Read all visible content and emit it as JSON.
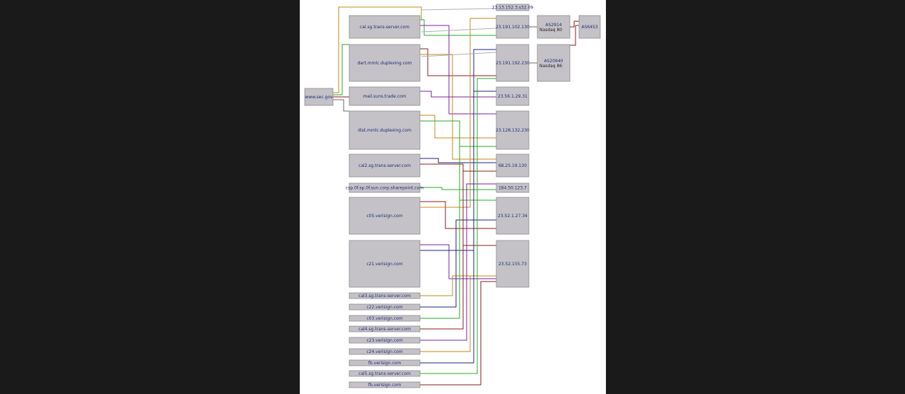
{
  "view": {
    "background": "#1a1a1a",
    "page": "#ffffff"
  },
  "style": {
    "box_fill": "#c4c2c6",
    "box_stroke": "#8c8a90",
    "label_color": "#1f2a7a",
    "edge_colors": [
      "#2aa82a",
      "#8b1a1a",
      "#7a1fa0",
      "#c08a1a",
      "#1a237e",
      "#b0b0b0",
      "#6b6b6b"
    ]
  },
  "nodes": {
    "root": {
      "label": "www.sec.gov"
    },
    "left": [
      {
        "label": "cal.sg.trans-server.com"
      },
      {
        "label": "dart.mmlc.duplexing.com"
      },
      {
        "label": "mail.suns.trade.com"
      },
      {
        "label": "dist.mmlc.duplexing.com"
      },
      {
        "label": "cal2.sg.trans-server.com"
      },
      {
        "label": "csp.0f.sp.0f.sun.corp.sharepoint.com"
      },
      {
        "label": "c05.verisign.com"
      },
      {
        "label": "c21.verisign.com"
      },
      {
        "label": "cal3.sg.trans-server.com"
      },
      {
        "label": "c22.verisign.com"
      },
      {
        "label": "c03.verisign.com"
      },
      {
        "label": "cal4.sg.trans-server.com"
      },
      {
        "label": "c23.verisign.com"
      },
      {
        "label": "c24.verisign.com"
      },
      {
        "label": "fb.verisign.com"
      },
      {
        "label": "cal5.sg.trans-server.com"
      },
      {
        "label": "fb.verisign.com"
      }
    ],
    "ips": [
      {
        "label": "23.13.152.3.s32.09"
      },
      {
        "label": "23.191.102.130"
      },
      {
        "label": "23.191.192.230"
      },
      {
        "label": "23.56.1.29.31"
      },
      {
        "label": "23.128.132.230"
      },
      {
        "label": "68.25.19.130"
      },
      {
        "label": "184.50.123.7"
      },
      {
        "label": "23.52.1.27.34"
      },
      {
        "label": "23.52.155.73"
      }
    ],
    "asn": [
      {
        "label": "AS2914",
        "sub": "Nasdaq 80"
      },
      {
        "label": "AS20940",
        "sub": "Nasdaq 86"
      }
    ],
    "final": {
      "label": "AS6453"
    }
  }
}
